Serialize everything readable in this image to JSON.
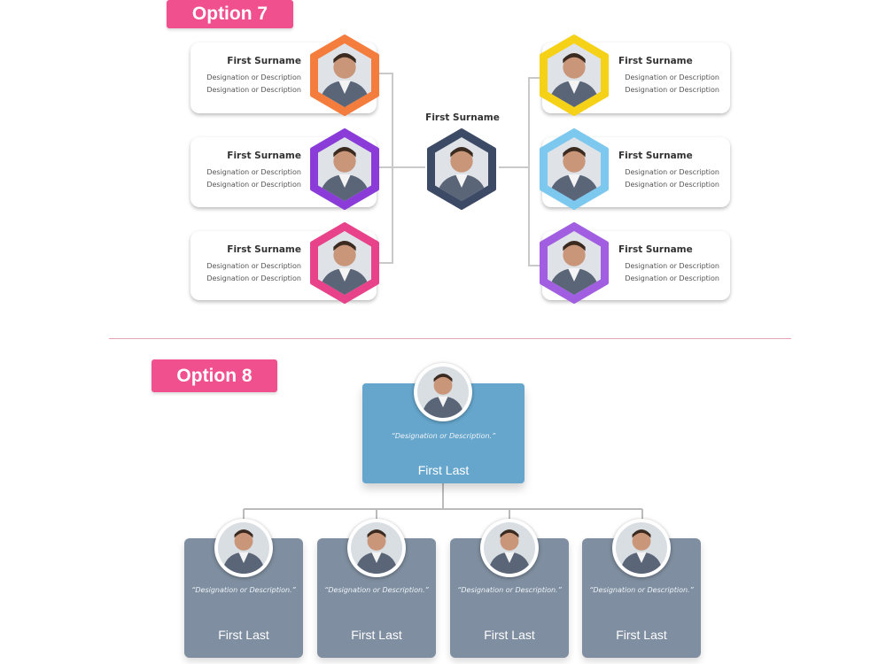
{
  "option7": {
    "label": "Option 7",
    "center": {
      "name": "First Surname",
      "color": "#3d4a66"
    },
    "left": [
      {
        "name": "First Surname",
        "line1": "Designation or Description",
        "line2": "Designation or Description",
        "color": "#f47c3c"
      },
      {
        "name": "First Surname",
        "line1": "Designation or Description",
        "line2": "Designation or Description",
        "color": "#8a3bd8"
      },
      {
        "name": "First Surname",
        "line1": "Designation or Description",
        "line2": "Designation or Description",
        "color": "#e8428a"
      }
    ],
    "right": [
      {
        "name": "First Surname",
        "line1": "Designation or Description",
        "line2": "Designation or Description",
        "color": "#f5d117"
      },
      {
        "name": "First Surname",
        "line1": "Designation or Description",
        "line2": "Designation or Description",
        "color": "#7cc8ee"
      },
      {
        "name": "First Surname",
        "line1": "Designation or Description",
        "line2": "Designation or Description",
        "color": "#a25ee0"
      }
    ]
  },
  "option8": {
    "label": "Option 8",
    "top": {
      "desc": "“Designation or Description.”",
      "name": "First Last"
    },
    "children": [
      {
        "desc": "“Designation or Description.”",
        "name": "First Last"
      },
      {
        "desc": "“Designation or Description.”",
        "name": "First Last"
      },
      {
        "desc": "“Designation or Description.”",
        "name": "First Last"
      },
      {
        "desc": "“Designation or Description.”",
        "name": "First Last"
      }
    ]
  },
  "colors": {
    "label_bg": "#f0508e",
    "top_box": "#66a6cd",
    "child_box": "#7f8ea0",
    "divider": "#e7a5b3",
    "connector": "#bbbbbb"
  }
}
